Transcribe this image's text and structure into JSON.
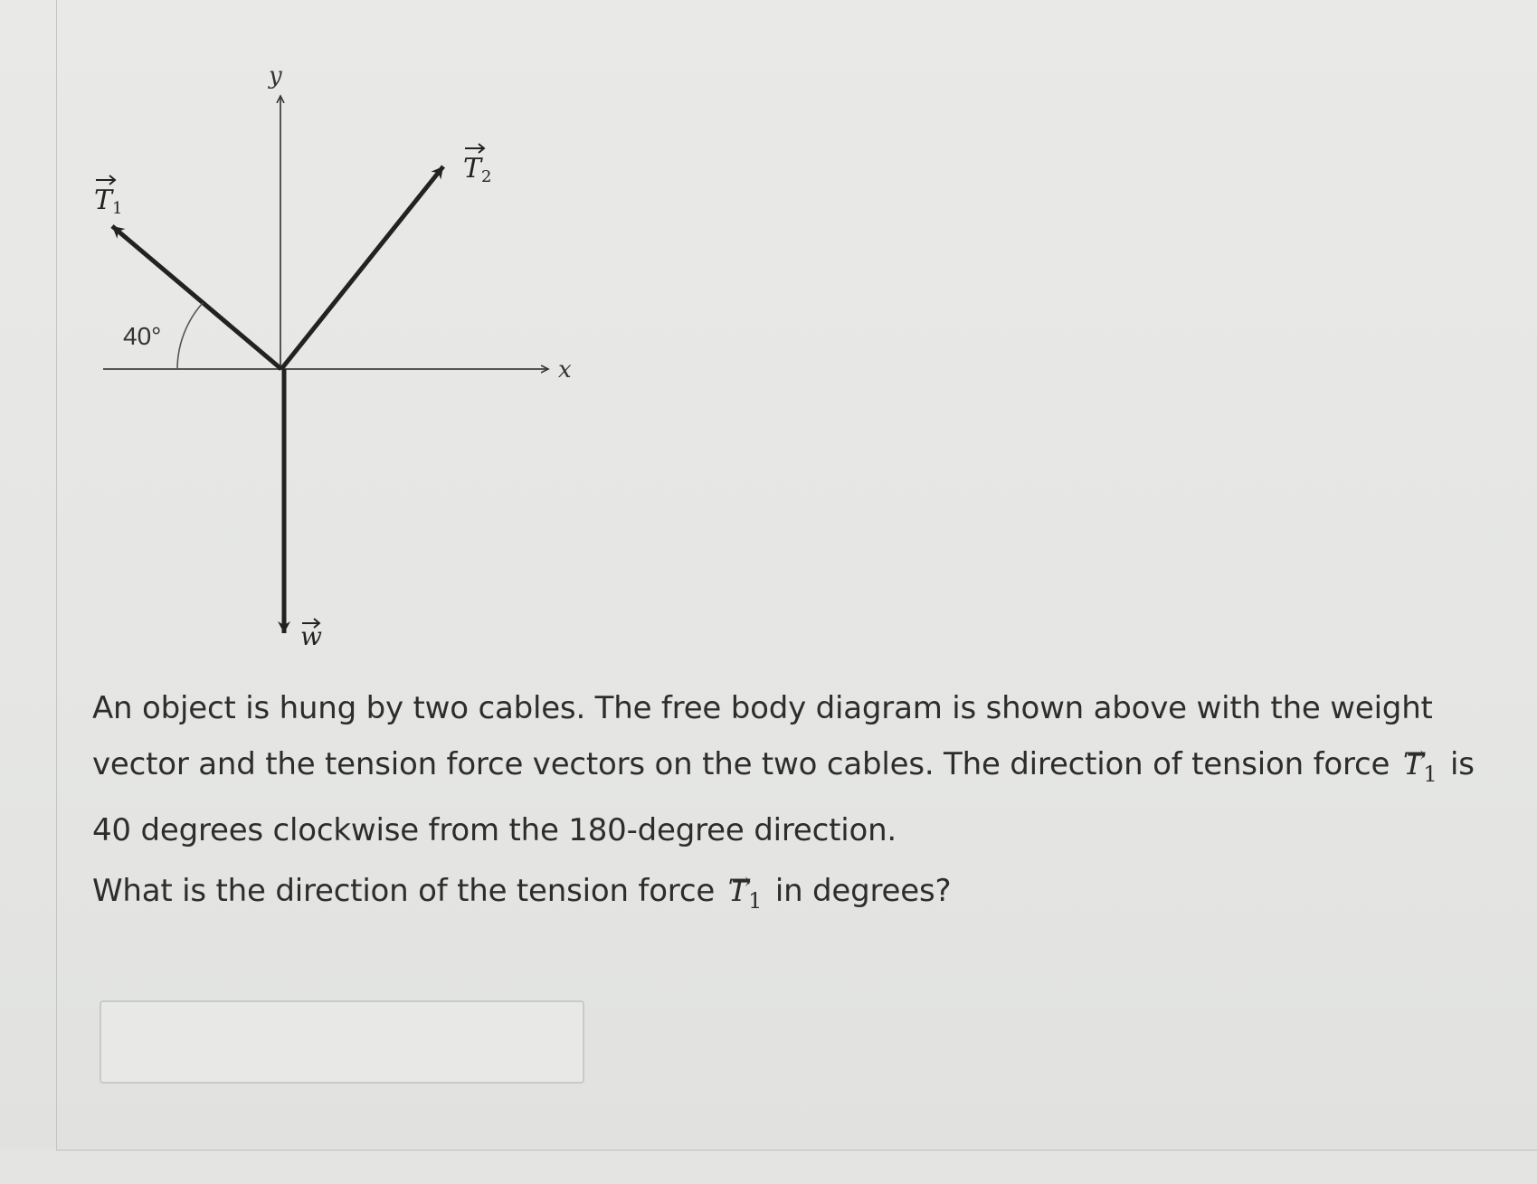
{
  "diagram": {
    "y_axis_label": "y",
    "x_axis_label": "x",
    "t1_label": "T",
    "t1_sub": "1",
    "t2_label": "T",
    "t2_sub": "2",
    "w_label": "w",
    "angle_label": "40°"
  },
  "question": {
    "p1_line1": "An object is hung by two cables. The free body diagram is shown above with the weight",
    "p1_line2_before": "vector and the tension force vectors on the two cables. The direction of tension force",
    "p1_line2_after": "is",
    "p1_line3": "40 degrees clockwise from the 180-degree direction.",
    "p2_before": "What is the direction of the tension force",
    "p2_after": "in degrees?",
    "vector_symbol": "T",
    "vector_sub": "1",
    "vector_arrow": "→"
  },
  "answer": {
    "value": ""
  }
}
